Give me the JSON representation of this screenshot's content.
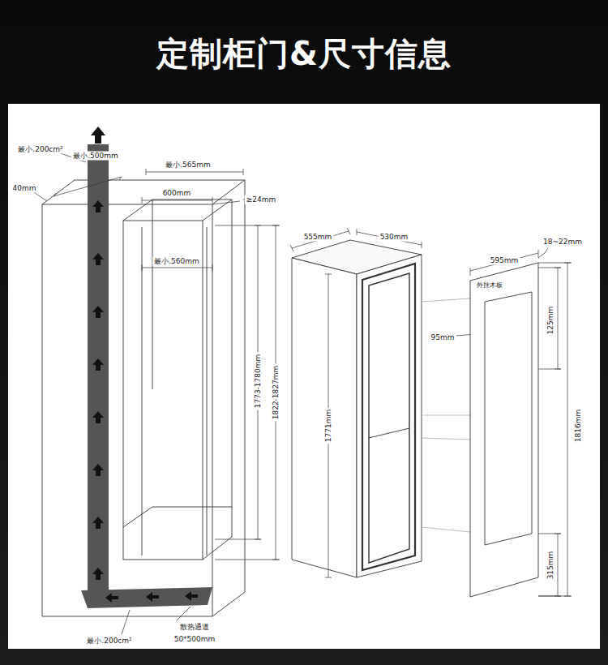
{
  "diagram": {
    "title": "定制柜门&尺寸信息",
    "nodes": [
      {
        "text": [
          "外挂木板"
        ]
      }
    ],
    "labels": [
      "最小.200cm²",
      "最小.500mm",
      "40mm",
      "最小.565mm",
      "600mm",
      "≥24mm",
      "最小.560mm",
      "1773-1780mm",
      "1822-1827mm",
      "散热通道",
      "50*500mm",
      "最小.200cm²",
      "555mm",
      "530mm",
      "1771mm",
      "95mm",
      "95mm",
      "18~22mm",
      "595mm",
      "125mm",
      "1816mm",
      "315mm"
    ]
  }
}
